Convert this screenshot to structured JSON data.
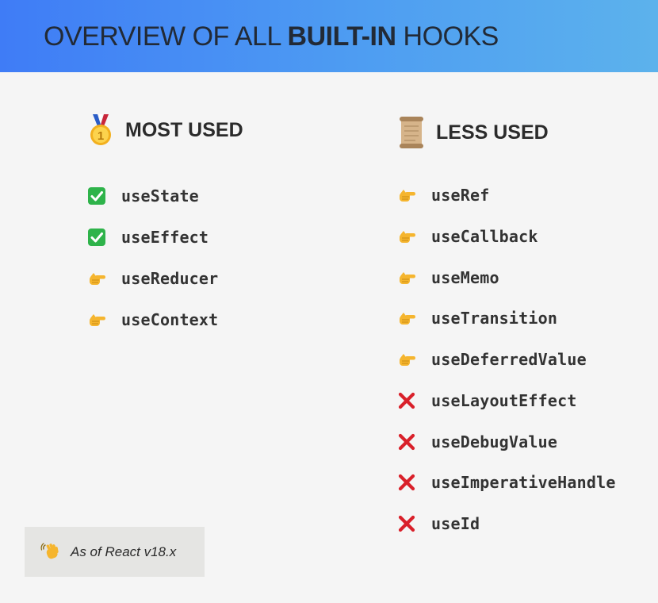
{
  "title": {
    "prefix": "OVERVIEW OF ALL ",
    "emphasis": "BUILT-IN",
    "suffix": " HOOKS"
  },
  "columns": [
    {
      "heading": "MOST USED",
      "icon": "medal-icon",
      "items": [
        {
          "label": "useState",
          "icon": "check-icon"
        },
        {
          "label": "useEffect",
          "icon": "check-icon"
        },
        {
          "label": "useReducer",
          "icon": "pointing-hand-icon"
        },
        {
          "label": "useContext",
          "icon": "pointing-hand-icon"
        }
      ]
    },
    {
      "heading": "LESS USED",
      "icon": "scroll-icon",
      "items": [
        {
          "label": "useRef",
          "icon": "pointing-hand-icon"
        },
        {
          "label": "useCallback",
          "icon": "pointing-hand-icon"
        },
        {
          "label": "useMemo",
          "icon": "pointing-hand-icon"
        },
        {
          "label": "useTransition",
          "icon": "pointing-hand-icon"
        },
        {
          "label": "useDeferredValue",
          "icon": "pointing-hand-icon"
        },
        {
          "label": "useLayoutEffect",
          "icon": "cross-icon"
        },
        {
          "label": "useDebugValue",
          "icon": "cross-icon"
        },
        {
          "label": "useImperativeHandle",
          "icon": "cross-icon"
        },
        {
          "label": "useId",
          "icon": "cross-icon"
        }
      ]
    }
  ],
  "note": {
    "text": "As of React v18.x",
    "icon": "waving-hand-icon"
  },
  "colors": {
    "header_start": "#3f7cf6",
    "header_end": "#5cb2ec",
    "check": "#2eb34a",
    "cross": "#d9202a",
    "hand": "#f5b52e"
  }
}
